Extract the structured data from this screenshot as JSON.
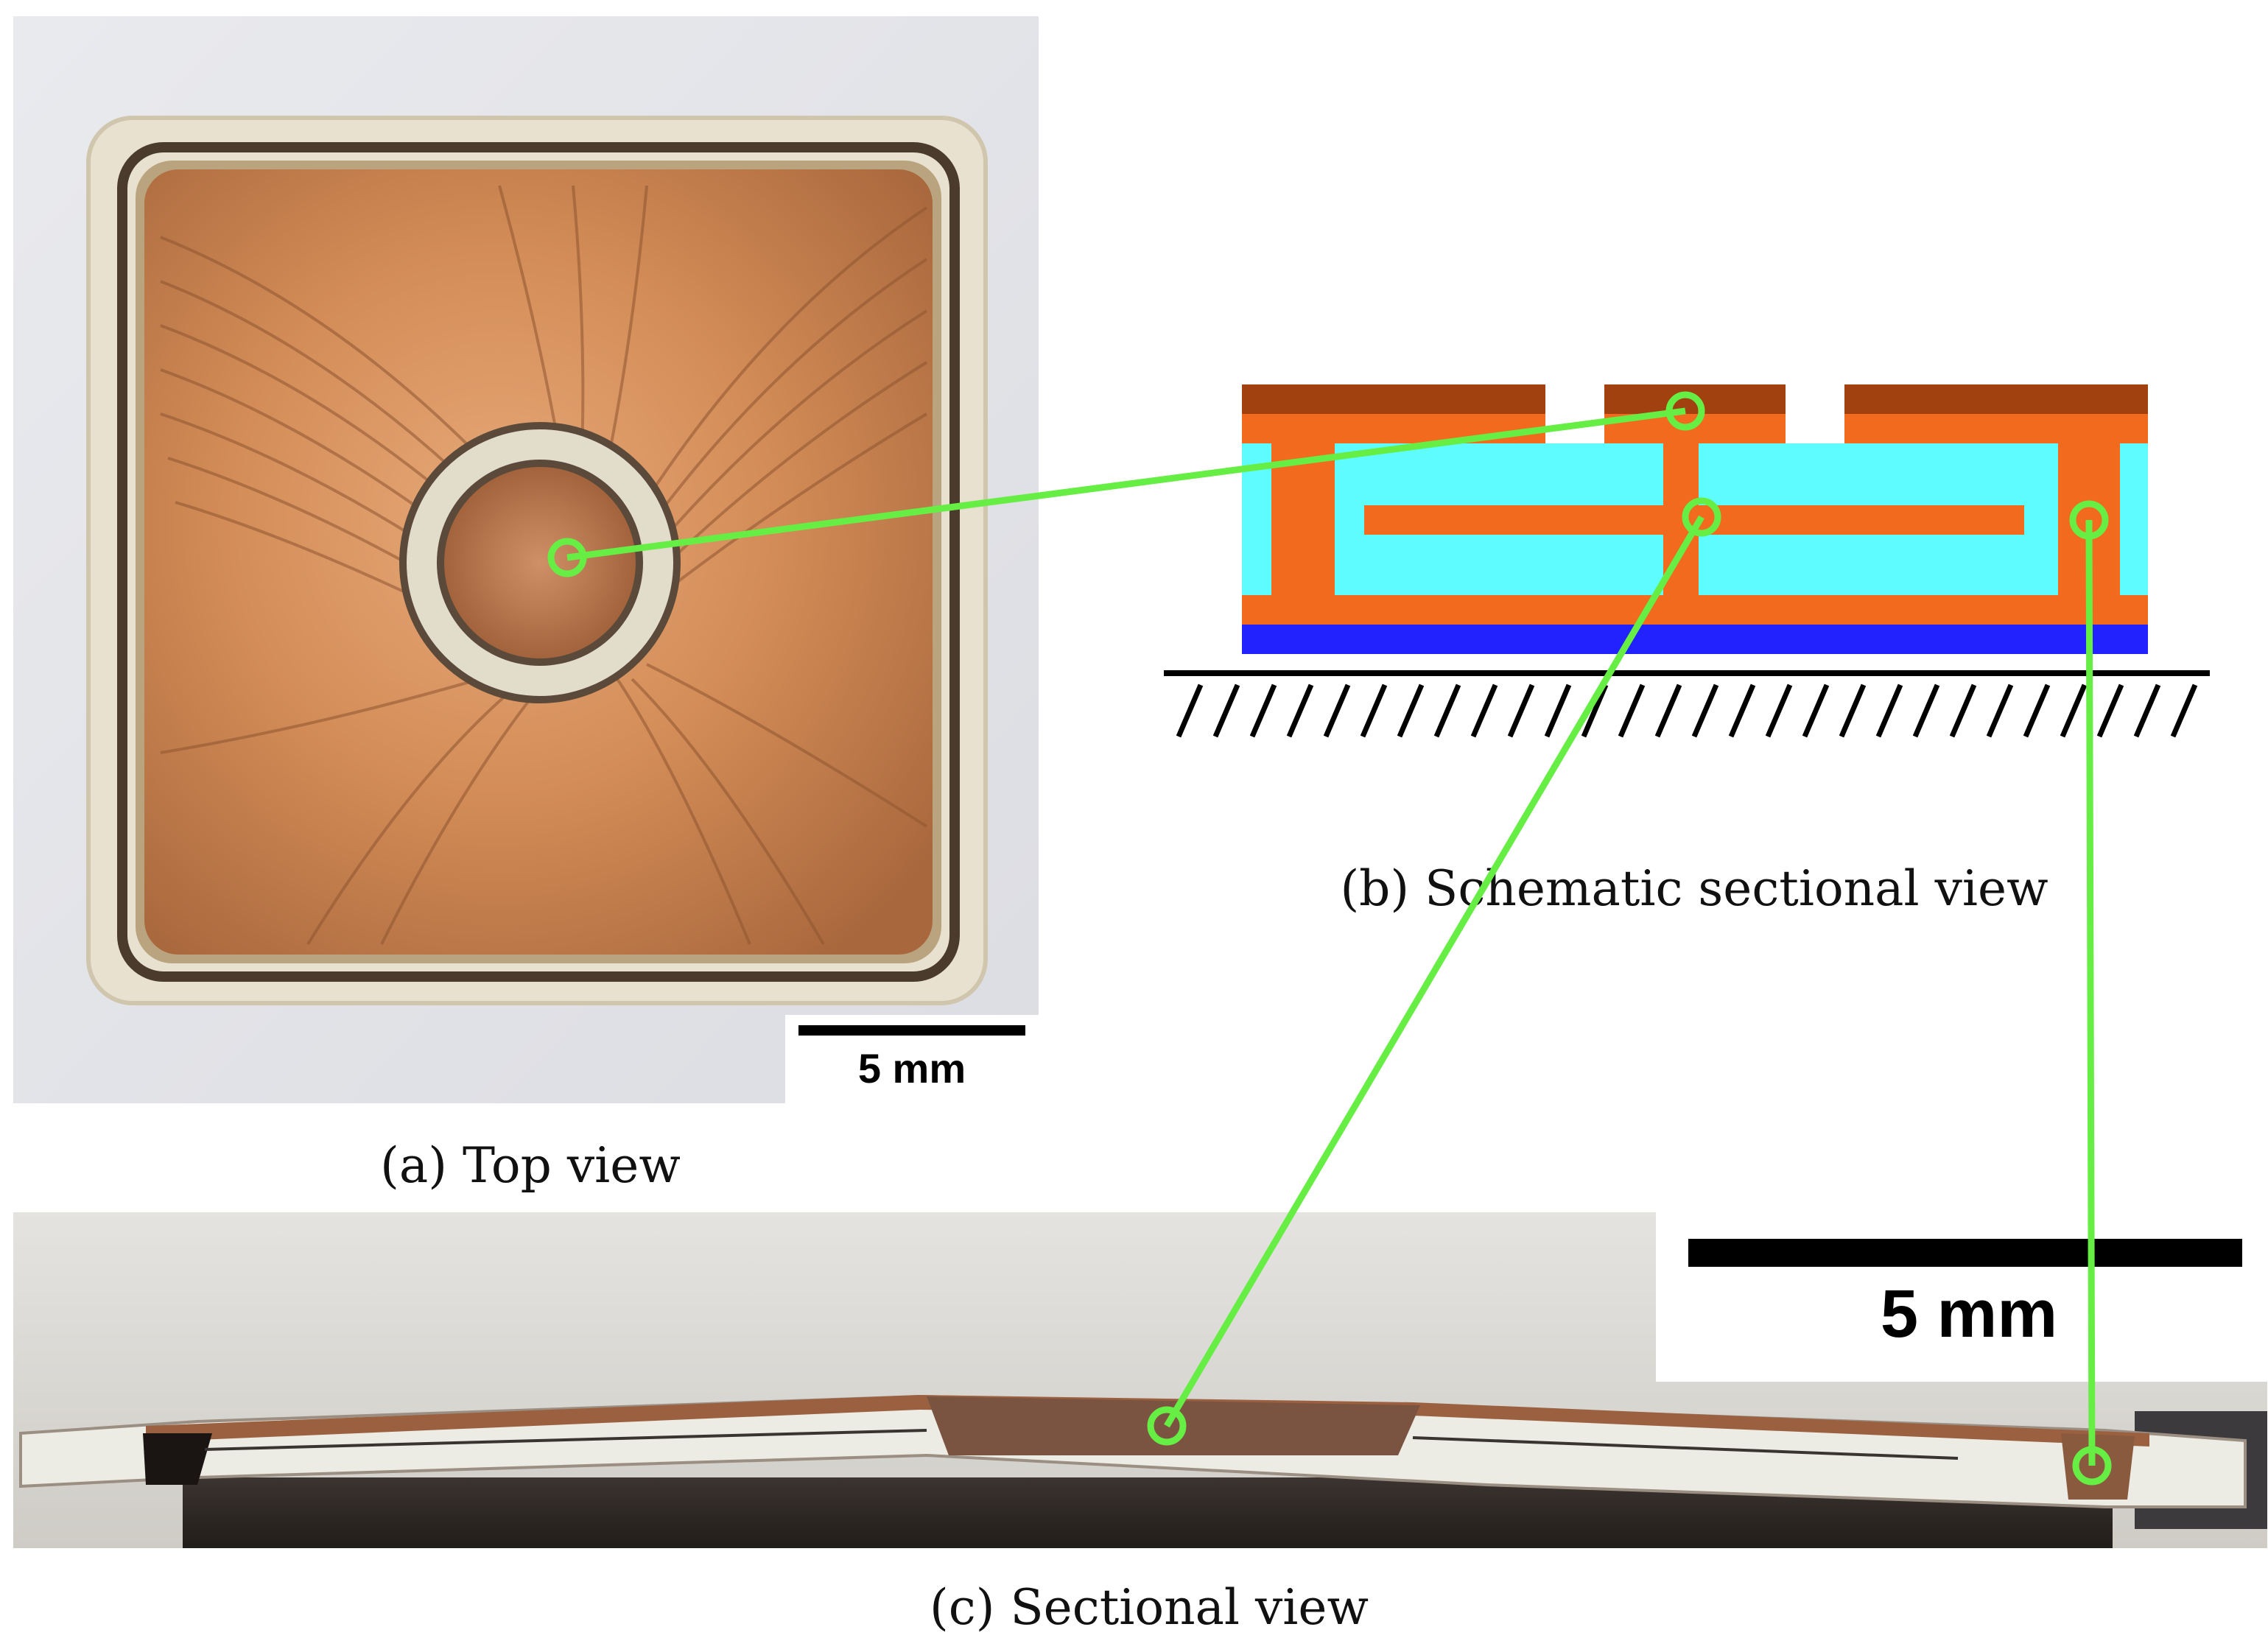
{
  "figure": {
    "panel_a": {
      "caption": "(a) Top view",
      "scale_label": "5 mm"
    },
    "panel_b": {
      "caption": "(b) Schematic sectional view",
      "colors": {
        "top_copper": "#a0410f",
        "conductor": "#f26a1e",
        "dielectric": "#5efcff",
        "base": "#2222ff",
        "callout": "#66ee44"
      }
    },
    "panel_c": {
      "caption": "(c) Sectional view",
      "scale_label": "5 mm"
    }
  }
}
